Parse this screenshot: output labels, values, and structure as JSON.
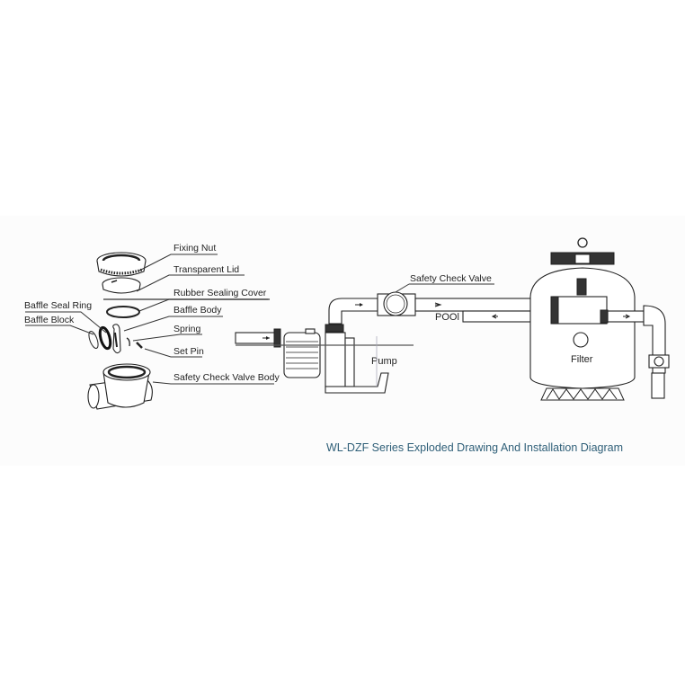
{
  "exploded_parts": {
    "fixing_nut": "Fixing Nut",
    "transparent_lid": "Transparent Lid",
    "rubber_sealing_cover": "Rubber Sealing Cover",
    "baffle_body": "Baffle Body",
    "spring": "Spring",
    "set_pin": "Set Pin",
    "safety_check_valve_body": "Safety Check Valve Body",
    "baffle_seal_ring": "Baffle Seal Ring",
    "baffle_block": "Baffle Block"
  },
  "installation": {
    "safety_check_valve": "Safety Check Valve",
    "pool": "POOl",
    "pump": "Pump",
    "filter": "Filter"
  },
  "caption": "WL-DZF Series Exploded Drawing And Installation Diagram",
  "colors": {
    "caption": "#2f5f78",
    "line": "#333333"
  }
}
